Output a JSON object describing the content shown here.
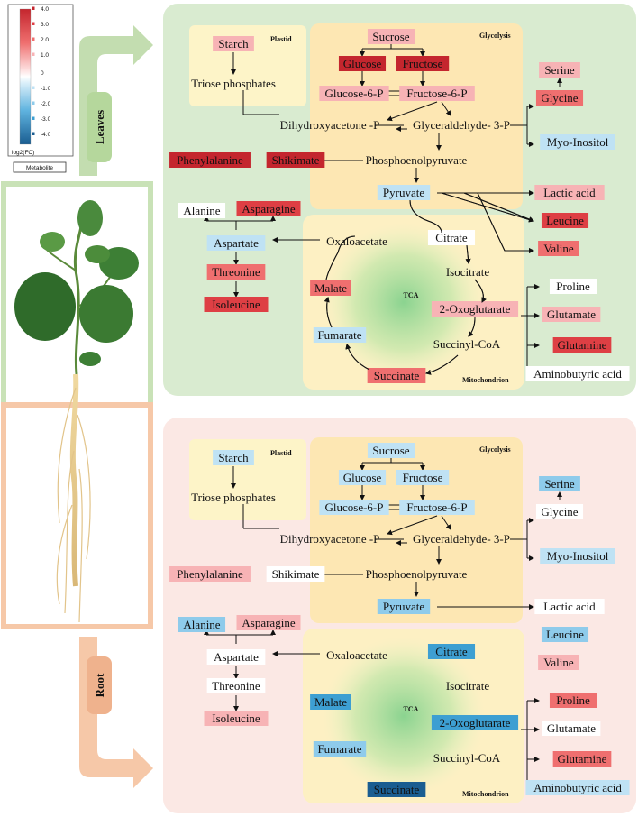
{
  "legend": {
    "ticks": [
      "4.0",
      "3.0",
      "2.0",
      "1.0",
      "0",
      "-1.0",
      "-2.0",
      "-3.0",
      "-4.0"
    ],
    "axis_label": "log2(FC)",
    "metabolite_label": "Metabolite",
    "colors": {
      "up4": "#c4262e",
      "up3": "#de3f44",
      "up2": "#ef6f6f",
      "up1": "#f7b3b5",
      "zero": "#ffffff",
      "down1": "#bfe2f4",
      "down2": "#8ecbeb",
      "down3": "#3d9fd2",
      "down4": "#1a5d91"
    }
  },
  "organs": {
    "leaves": "Leaves",
    "root": "Root"
  },
  "compartments": {
    "plastid": "Plastid",
    "glycolysis": "Glycolysis",
    "mitochondrion": "Mitochondrion",
    "tca": "TCA"
  },
  "labels": {
    "starch": "Starch",
    "triose": "Triose phosphates",
    "sucrose": "Sucrose",
    "glucose": "Glucose",
    "fructose": "Fructose",
    "g6p": "Glucose-6-P",
    "f6p": "Fructose-6-P",
    "dhap": "Dihydroxyacetone -P",
    "g3p": "Glyceraldehyde- 3-P",
    "serine": "Serine",
    "glycine": "Glycine",
    "inositol": "Myo-Inositol",
    "phenylalanine": "Phenylalanine",
    "shikimate": "Shikimate",
    "pep": "Phosphoenolpyruvate",
    "pyruvate": "Pyruvate",
    "lactic": "Lactic acid",
    "leucine": "Leucine",
    "valine": "Valine",
    "alanine": "Alanine",
    "asparagine": "Asparagine",
    "aspartate": "Aspartate",
    "threonine": "Threonine",
    "isoleucine": "Isoleucine",
    "oxaloacetate": "Oxaloacetate",
    "citrate": "Citrate",
    "isocitrate": "Isocitrate",
    "oxoglutarate": "2-Oxoglutarate",
    "malate": "Malate",
    "fumarate": "Fumarate",
    "succinylcoa": "Succinyl-CoA",
    "succinate": "Succinate",
    "proline": "Proline",
    "glutamate": "Glutamate",
    "glutamine": "Glutamine",
    "aminobutyric": "Aminobutyric acid"
  },
  "leaves_colors": {
    "starch": "up1",
    "sucrose": "up1",
    "glucose": "up4",
    "fructose": "up4",
    "g6p": "up1",
    "f6p": "up1",
    "serine": "up1",
    "glycine": "up2",
    "inositol": "down1",
    "phenylalanine": "up4",
    "shikimate": "up4",
    "pyruvate": "down1",
    "lactic": "up1",
    "leucine": "up3",
    "valine": "up2",
    "alanine": "zero",
    "asparagine": "up3",
    "aspartate": "down1",
    "threonine": "up2",
    "isoleucine": "up3",
    "citrate": "zero",
    "oxoglutarate": "up1",
    "malate": "up2",
    "fumarate": "down1",
    "succinate": "up2",
    "proline": "zero",
    "glutamate": "up1",
    "glutamine": "up3",
    "aminobutyric": "zero"
  },
  "root_colors": {
    "starch": "down1",
    "sucrose": "down1",
    "glucose": "down1",
    "fructose": "down1",
    "g6p": "down1",
    "f6p": "down1",
    "serine": "down2",
    "glycine": "zero",
    "inositol": "down1",
    "phenylalanine": "up1",
    "shikimate": "zero",
    "pyruvate": "down2",
    "lactic": "zero",
    "leucine": "down2",
    "valine": "up1",
    "alanine": "down2",
    "asparagine": "up1",
    "aspartate": "zero",
    "threonine": "zero",
    "isoleucine": "up1",
    "citrate": "down3",
    "oxoglutarate": "down3",
    "malate": "down3",
    "fumarate": "down2",
    "succinate": "down4",
    "proline": "up2",
    "glutamate": "zero",
    "glutamine": "up2",
    "aminobutyric": "down1"
  }
}
